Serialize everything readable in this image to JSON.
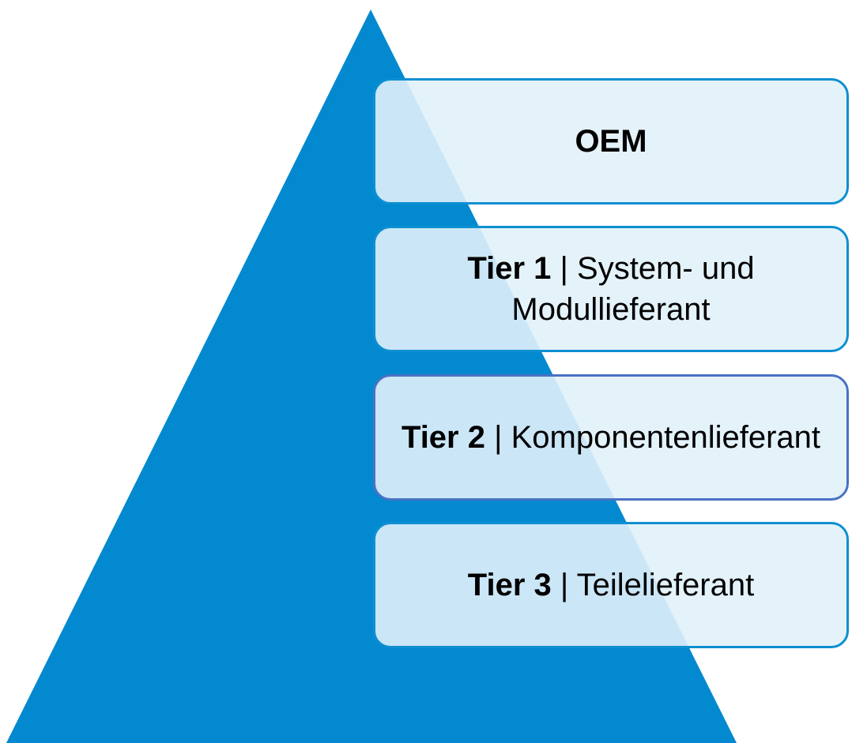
{
  "colors": {
    "pyramid": "#0289cf",
    "box_border": "#0e8fd1",
    "box_border_highlight": "#4a72c4",
    "box_fill": "#e1f1f9",
    "text": "#000000"
  },
  "tiers": [
    {
      "label": "OEM",
      "separator": "",
      "description": ""
    },
    {
      "label": "Tier 1",
      "separator": " | ",
      "description": "System- und Modullieferant"
    },
    {
      "label": "Tier 2",
      "separator": " | ",
      "description": "Komponentenlieferant"
    },
    {
      "label": "Tier 3",
      "separator": " | ",
      "description": "Teilelieferant"
    }
  ]
}
